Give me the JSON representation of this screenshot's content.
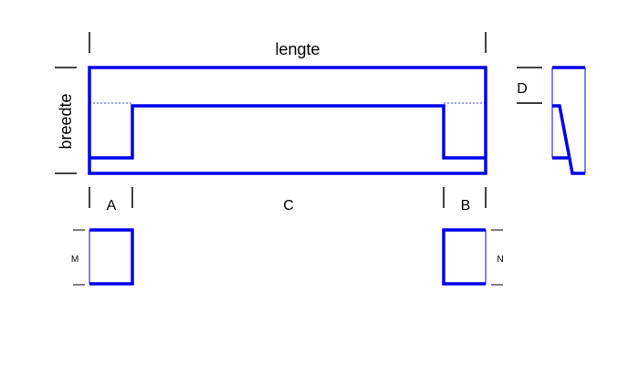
{
  "labels": {
    "length": "lengte",
    "width": "breedte",
    "d": "D",
    "a": "A",
    "b": "B",
    "c": "C",
    "m": "M",
    "n": "N"
  },
  "colors": {
    "outline": "#0000ee",
    "dimension": "#000000",
    "background": "#ffffff"
  }
}
